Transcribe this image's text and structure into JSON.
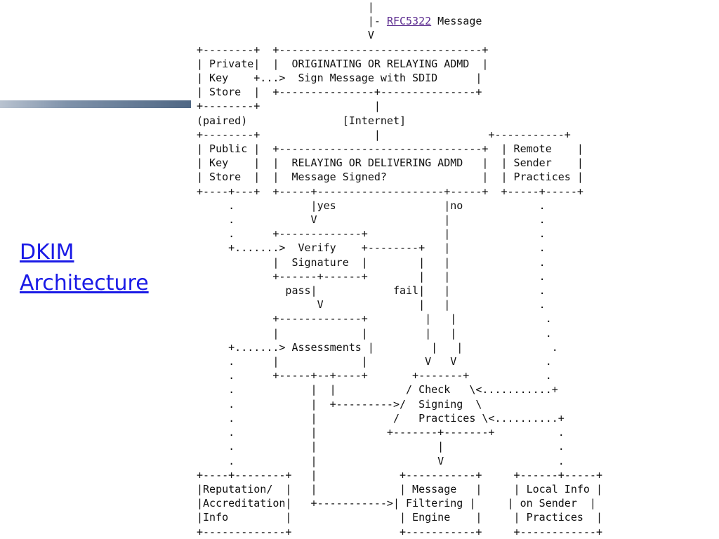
{
  "slide": {
    "title_line1": "DKIM",
    "title_line2": "Architecture"
  },
  "diagram": {
    "top_link": "RFC5322",
    "top_link_suffix": " Message",
    "lines_after_link": [
      "                           V",
      "+--------+  +--------------------------------+",
      "| Private|  |  ORIGINATING OR RELAYING ADMD  |",
      "| Key    +...>  Sign Message with SDID      |",
      "| Store  |  +---------------+---------------+",
      "+--------+                  |",
      "(paired)               [Internet]",
      "+--------+                  |                 +-----------+",
      "| Public |  +--------------------------------+  | Remote    |",
      "| Key    |  |  RELAYING OR DELIVERING ADMD   |  | Sender    |",
      "| Store  |  |  Message Signed?               |  | Practices |",
      "+----+---+  +-----+--------------------+-----+  +-----+-----+",
      "     .            |yes                 |no            .",
      "     .            V                    |              .",
      "     .      +-------------+            |              .",
      "     +.......>  Verify    +--------+   |              .",
      "            |  Signature  |        |   |              .",
      "            +------+------+        |   |              .",
      "              pass|            fail|   |              .",
      "                   V               |   |              .",
      "            +-------------+         |   |              .",
      "            |             |         |   |              .",
      "     +.......> Assessments |         |   |              .",
      "     .      |             |         V   V              .",
      "     .      +-----+--+----+       +-------+            .",
      "     .            |  |           / Check   \\<...........+",
      "     .            |  +--------->/  Signing  \\",
      "     .            |            /   Practices \\<..........+",
      "     .            |           +-------+-------+          .",
      "     .            |                   |                  .",
      "     .            |                   V                  .",
      "+----+--------+   |             +-----------+     +------+-----+",
      "|Reputation/  |   |             | Message   |     | Local Info |",
      "|Accreditation|   +----------->| Filtering |     | on Sender  |",
      "|Info         |                 | Engine    |     | Practices  |",
      "+-------------+                 +-----------+     +------------+"
    ]
  }
}
